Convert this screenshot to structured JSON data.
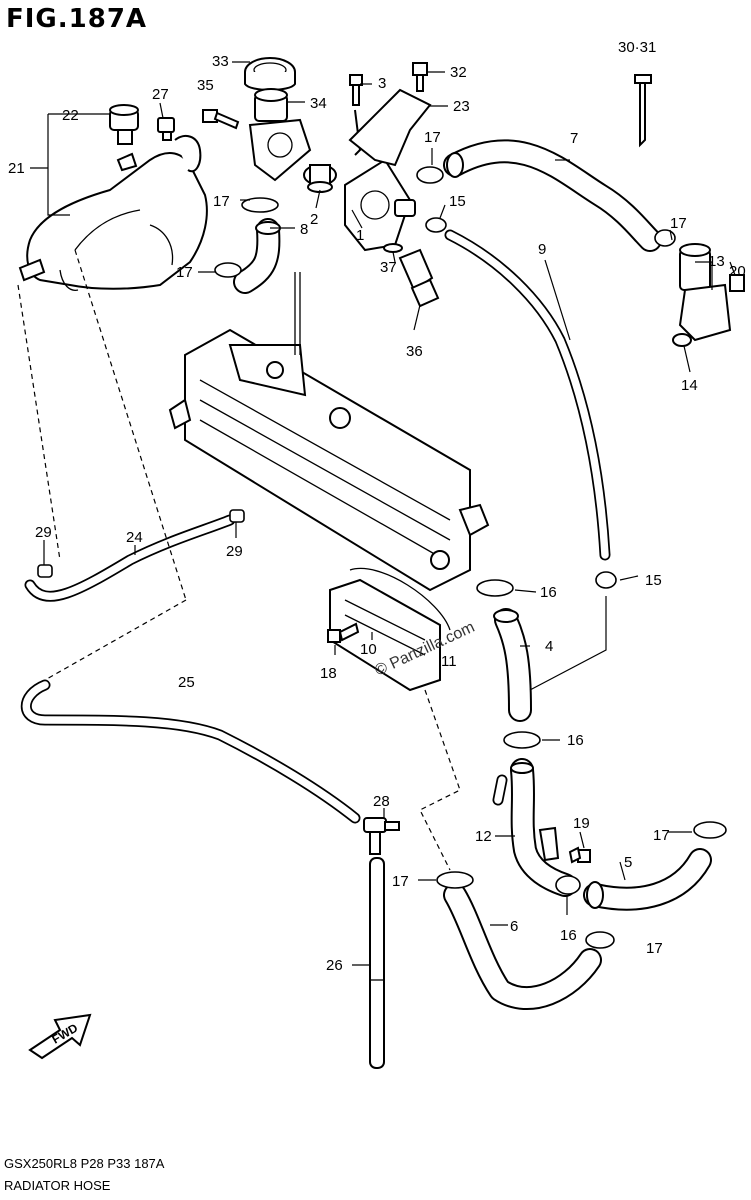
{
  "figure": {
    "title": "FIG.187A",
    "model_code": "GSX250RL8  P28  P33  187A",
    "section_title": "RADIATOR HOSE",
    "watermark": "© Partzilla.com"
  },
  "callouts": {
    "c1": "1",
    "c2": "2",
    "c3": "3",
    "c4": "4",
    "c5": "5",
    "c6": "6",
    "c7": "7",
    "c8": "8",
    "c9": "9",
    "c10": "10",
    "c11": "11",
    "c12": "12",
    "c13": "13",
    "c14": "14",
    "c15a": "15",
    "c15b": "15",
    "c16a": "16",
    "c16b": "16",
    "c16c": "16",
    "c17a": "17",
    "c17b": "17",
    "c17c": "17",
    "c17d": "17",
    "c17e": "17",
    "c17f": "17",
    "c17g": "17",
    "c18": "18",
    "c19": "19",
    "c20": "20",
    "c21": "21",
    "c22": "22",
    "c23": "23",
    "c24": "24",
    "c25": "25",
    "c26": "26",
    "c27": "27",
    "c28": "28",
    "c29a": "29",
    "c29b": "29",
    "c30_31": "30·31",
    "c32": "32",
    "c33": "33",
    "c34": "34",
    "c35": "35",
    "c36": "36",
    "c37": "37"
  },
  "fwd_label": "FWD",
  "icons": {
    "fwd": "fwd-arrow-icon"
  }
}
